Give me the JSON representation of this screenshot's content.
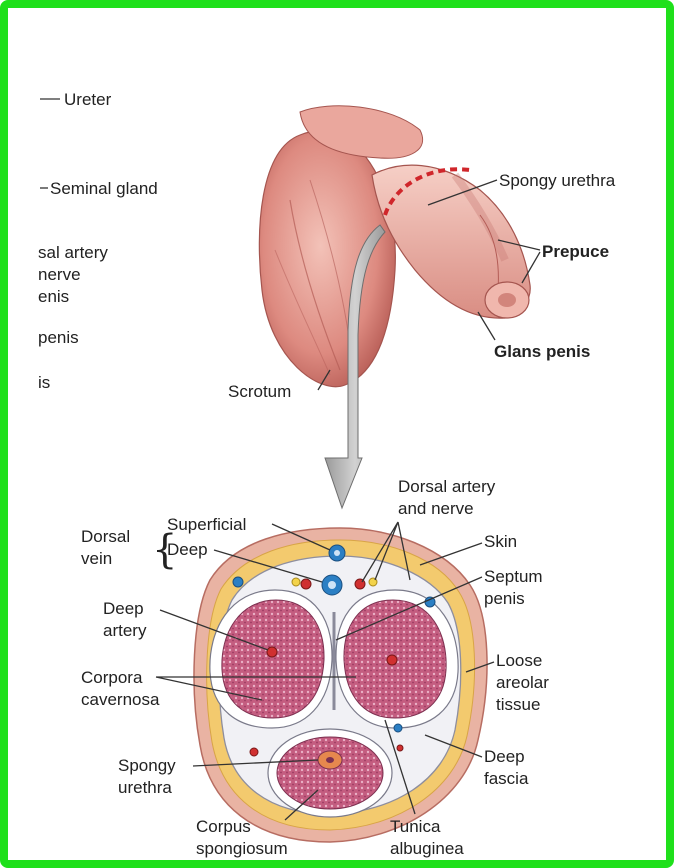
{
  "colors": {
    "frame": "#1fe01b",
    "skin": "#e8a49a",
    "tissue": "#f4c96b",
    "corpora": "#c2577a",
    "artery": "#d03030",
    "vein": "#2b7fc4"
  },
  "left_labels": {
    "ureter": "Ureter",
    "seminal_gland": "Seminal gland",
    "dorsal_artery_fragment": "sal artery",
    "nerve_fragment": "nerve",
    "penis_fragment_1": "enis",
    "penis_fragment_2": "penis",
    "is_fragment": "is"
  },
  "top_labels": {
    "spongy_urethra": "Spongy urethra",
    "prepuce": "Prepuce",
    "glans_penis": "Glans penis",
    "scrotum": "Scrotum"
  },
  "cross_section_labels": {
    "dorsal_artery_and_nerve": [
      "Dorsal artery",
      "and nerve"
    ],
    "dorsal_vein": [
      "Dorsal",
      "vein"
    ],
    "superficial": "Superficial",
    "deep": "Deep",
    "skin": "Skin",
    "septum_penis": [
      "Septum",
      "penis"
    ],
    "deep_artery": [
      "Deep",
      "artery"
    ],
    "corpora_cavernosa": [
      "Corpora",
      "cavernosa"
    ],
    "loose_areolar_tissue": [
      "Loose",
      "areolar",
      "tissue"
    ],
    "spongy_urethra": [
      "Spongy",
      "urethra"
    ],
    "deep_fascia": [
      "Deep",
      "fascia"
    ],
    "corpus_spongiosum": [
      "Corpus",
      "spongiosum"
    ],
    "tunica_albuginea": [
      "Tunica",
      "albuginea"
    ]
  }
}
